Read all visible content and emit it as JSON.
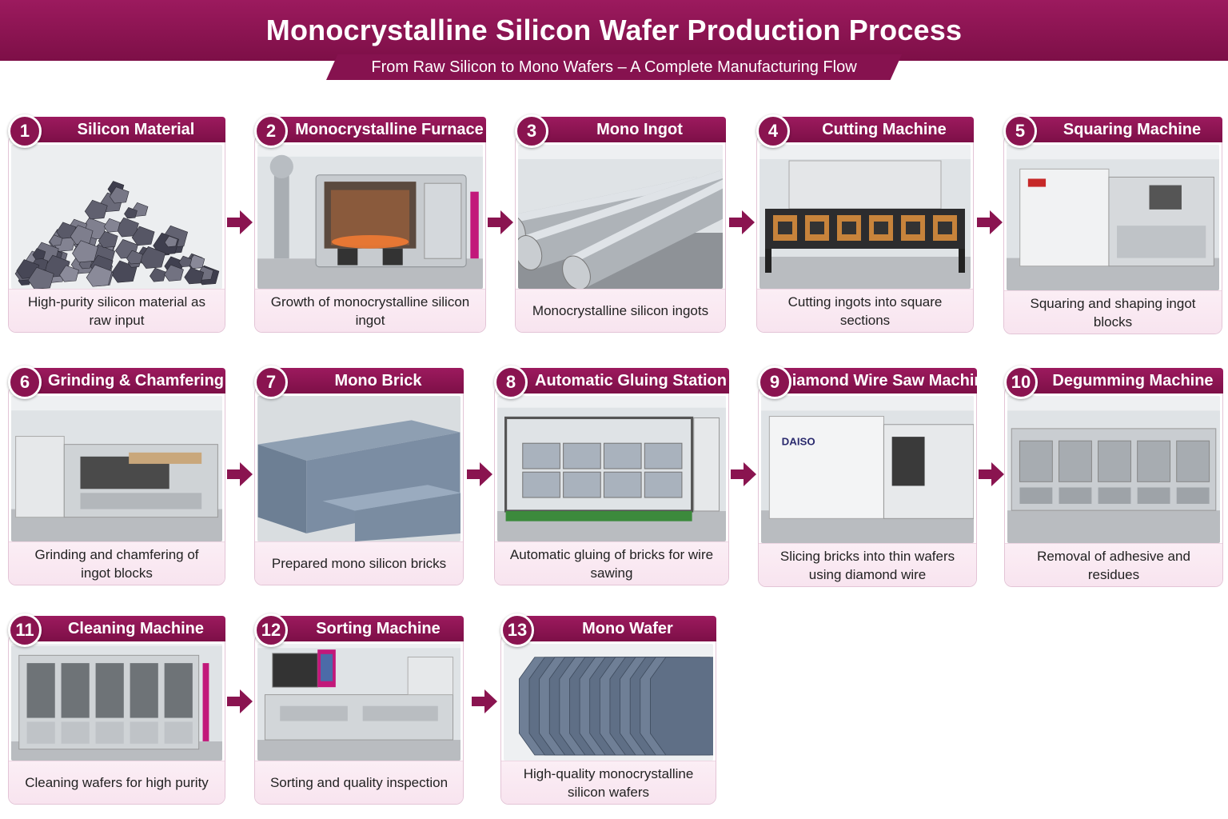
{
  "header": {
    "title": "Monocrystalline Silicon Wafer Production Process",
    "subtitle": "From Raw Silicon to Mono Wafers – A Complete Manufacturing Flow"
  },
  "steps": [
    {
      "num": "1",
      "title": "Silicon Material",
      "caption": "High-purity silicon material as raw input",
      "image": "silicon-chunks-image"
    },
    {
      "num": "2",
      "title": "Monocrystalline Furnace",
      "caption": "Growth of monocrystalline silicon ingot",
      "image": "furnace-image"
    },
    {
      "num": "3",
      "title": "Mono Ingot",
      "caption": "Monocrystalline silicon ingots",
      "image": "ingots-image"
    },
    {
      "num": "4",
      "title": "Cutting Machine",
      "caption": "Cutting ingots into square sections",
      "image": "cutting-machine-image"
    },
    {
      "num": "5",
      "title": "Squaring Machine",
      "caption": "Squaring and shaping ingot blocks",
      "image": "squaring-machine-image"
    },
    {
      "num": "6",
      "title": "Grinding & Chamfering",
      "caption": "Grinding and chamfering of ingot blocks",
      "image": "grinding-machine-image"
    },
    {
      "num": "7",
      "title": "Mono Brick",
      "caption": "Prepared mono silicon bricks",
      "image": "bricks-image"
    },
    {
      "num": "8",
      "title": "Automatic Gluing Station",
      "caption": "Automatic gluing of bricks for wire sawing",
      "image": "gluing-station-image"
    },
    {
      "num": "9",
      "title": "Diamond Wire Saw Machine",
      "caption": "Slicing bricks into thin wafers using diamond wire",
      "image": "wire-saw-image",
      "machine_label": "DAISO"
    },
    {
      "num": "10",
      "title": "Degumming Machine",
      "caption": "Removal of adhesive and residues",
      "image": "degumming-machine-image"
    },
    {
      "num": "11",
      "title": "Cleaning Machine",
      "caption": "Cleaning wafers for high purity",
      "image": "cleaning-machine-image"
    },
    {
      "num": "12",
      "title": "Sorting Machine",
      "caption": "Sorting and quality inspection",
      "image": "sorting-machine-image"
    },
    {
      "num": "13",
      "title": "Mono Wafer",
      "caption": "High-quality monocrystalline silicon wafers",
      "image": "wafers-image"
    }
  ],
  "colors": {
    "brand": "#8a1450",
    "caption_bg": "#fbeef5",
    "border": "#e3c4d6"
  },
  "icons": {
    "flow_arrow": "arrow-right-icon"
  }
}
